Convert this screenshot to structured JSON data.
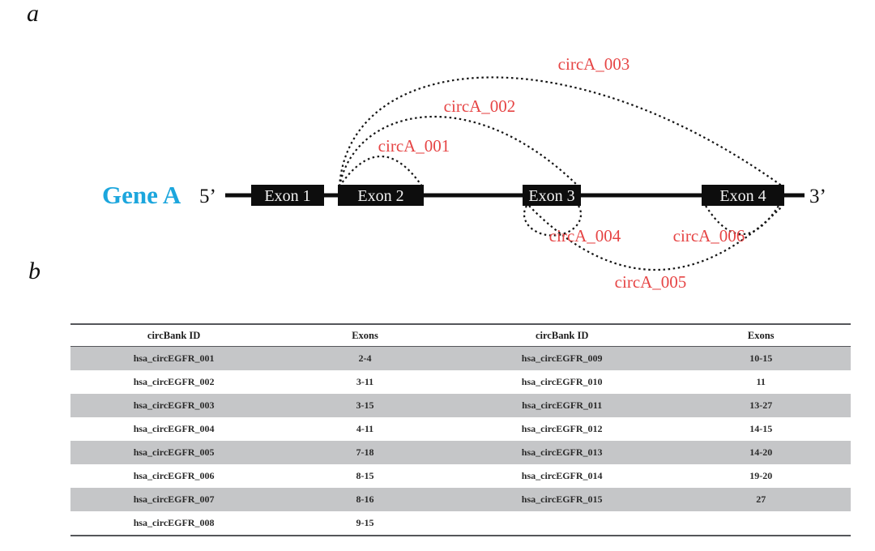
{
  "panel_a_label": "a",
  "panel_b_label": "b",
  "diagram": {
    "gene_label": "Gene A",
    "five_prime": "5’",
    "three_prime": "3’",
    "exons": [
      {
        "label": "Exon 1"
      },
      {
        "label": "Exon 2"
      },
      {
        "label": "Exon 3"
      },
      {
        "label": "Exon 4"
      }
    ],
    "circ_labels": [
      {
        "text": "circA_001"
      },
      {
        "text": "circA_002"
      },
      {
        "text": "circA_003"
      },
      {
        "text": "circA_004"
      },
      {
        "text": "circA_005"
      },
      {
        "text": "circA_006"
      }
    ]
  },
  "table": {
    "headers": [
      "circBank ID",
      "Exons",
      "circBank ID",
      "Exons"
    ],
    "rows": [
      {
        "c0": "hsa_circEGFR_001",
        "c1": "2-4",
        "c2": "hsa_circEGFR_009",
        "c3": "10-15"
      },
      {
        "c0": "hsa_circEGFR_002",
        "c1": "3-11",
        "c2": "hsa_circEGFR_010",
        "c3": "11"
      },
      {
        "c0": "hsa_circEGFR_003",
        "c1": "3-15",
        "c2": "hsa_circEGFR_011",
        "c3": "13-27"
      },
      {
        "c0": "hsa_circEGFR_004",
        "c1": "4-11",
        "c2": "hsa_circEGFR_012",
        "c3": "14-15"
      },
      {
        "c0": "hsa_circEGFR_005",
        "c1": "7-18",
        "c2": "hsa_circEGFR_013",
        "c3": "14-20"
      },
      {
        "c0": "hsa_circEGFR_006",
        "c1": "8-15",
        "c2": "hsa_circEGFR_014",
        "c3": "19-20"
      },
      {
        "c0": "hsa_circEGFR_007",
        "c1": "8-16",
        "c2": "hsa_circEGFR_015",
        "c3": "27"
      },
      {
        "c0": "hsa_circEGFR_008",
        "c1": "9-15",
        "c2": "",
        "c3": ""
      }
    ]
  },
  "colors": {
    "gene_blue": "#1ca6dd",
    "circ_red": "#e64545",
    "row_gray": "#c5c6c8",
    "border_gray": "#55565a",
    "exon_black": "#0d0d0d"
  }
}
